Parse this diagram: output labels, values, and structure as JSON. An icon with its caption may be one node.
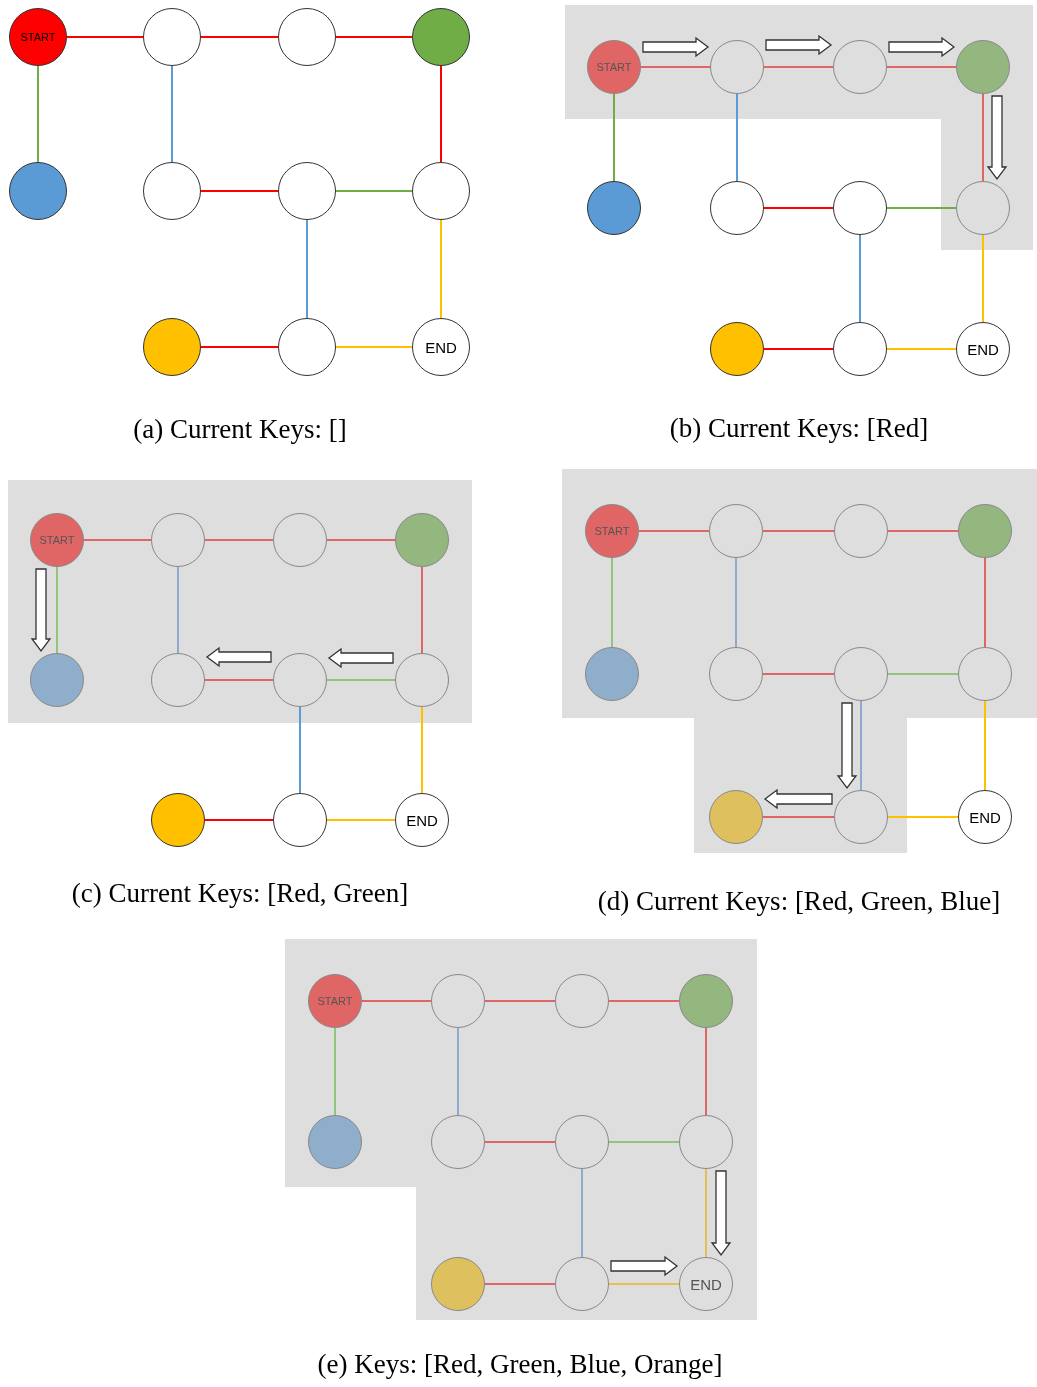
{
  "diagram": {
    "nodes": [
      {
        "text": [
          "START"
        ]
      },
      {
        "text": [],
        "shape": "circle"
      },
      {
        "text": [],
        "shape": "circle"
      },
      {
        "text": [],
        "shape": "circle"
      },
      {
        "text": [],
        "shape": "circle"
      },
      {
        "text": [],
        "shape": "circle"
      },
      {
        "text": [],
        "shape": "circle"
      },
      {
        "text": [],
        "shape": "circle"
      },
      {
        "text": [],
        "shape": "circle"
      },
      {
        "text": [],
        "shape": "circle"
      },
      {
        "text": [
          "END"
        ]
      },
      {
        "text": [
          "START"
        ]
      },
      {
        "text": [],
        "shape": "circle"
      },
      {
        "text": [],
        "shape": "circle"
      },
      {
        "text": [],
        "shape": "circle"
      },
      {
        "text": [],
        "shape": "circle"
      },
      {
        "text": [],
        "shape": "circle"
      },
      {
        "text": [],
        "shape": "circle"
      },
      {
        "text": [],
        "shape": "circle"
      },
      {
        "text": [],
        "shape": "circle"
      },
      {
        "text": [],
        "shape": "circle"
      },
      {
        "text": [
          "END"
        ]
      },
      {
        "text": [
          "START"
        ]
      },
      {
        "text": [],
        "shape": "circle"
      },
      {
        "text": [],
        "shape": "circle"
      },
      {
        "text": [],
        "shape": "circle"
      },
      {
        "text": [],
        "shape": "circle"
      },
      {
        "text": [],
        "shape": "circle"
      },
      {
        "text": [],
        "shape": "circle"
      },
      {
        "text": [],
        "shape": "circle"
      },
      {
        "text": [],
        "shape": "circle"
      },
      {
        "text": [],
        "shape": "circle"
      },
      {
        "text": [
          "END"
        ]
      },
      {
        "text": [
          "START"
        ]
      },
      {
        "text": [],
        "shape": "circle"
      },
      {
        "text": [],
        "shape": "circle"
      },
      {
        "text": [],
        "shape": "circle"
      },
      {
        "text": [],
        "shape": "circle"
      },
      {
        "text": [],
        "shape": "circle"
      },
      {
        "text": [],
        "shape": "circle"
      },
      {
        "text": [],
        "shape": "circle"
      },
      {
        "text": [],
        "shape": "circle"
      },
      {
        "text": [],
        "shape": "circle"
      },
      {
        "text": [
          "END"
        ]
      },
      {
        "text": [
          "START"
        ]
      },
      {
        "text": [],
        "shape": "circle"
      },
      {
        "text": [],
        "shape": "circle"
      },
      {
        "text": [],
        "shape": "circle"
      },
      {
        "text": [],
        "shape": "circle"
      },
      {
        "text": [],
        "shape": "circle"
      },
      {
        "text": [],
        "shape": "circle"
      },
      {
        "text": [],
        "shape": "circle"
      },
      {
        "text": [],
        "shape": "circle"
      },
      {
        "text": [],
        "shape": "circle"
      },
      {
        "text": [
          "END"
        ]
      }
    ],
    "edges": [
      {
        "from": 0,
        "to": 1,
        "arrow": "none",
        "color": "#ff0000"
      },
      {
        "from": 1,
        "to": 2,
        "arrow": "none",
        "color": "#ff0000"
      },
      {
        "from": 2,
        "to": 3,
        "arrow": "none",
        "color": "#ff0000"
      },
      {
        "from": 0,
        "to": 4,
        "arrow": "none",
        "color": "#70ad47"
      },
      {
        "from": 1,
        "to": 5,
        "arrow": "none",
        "color": "#5b9bd5"
      },
      {
        "from": 3,
        "to": 7,
        "arrow": "none",
        "color": "#ff0000"
      },
      {
        "from": 5,
        "to": 6,
        "arrow": "none",
        "color": "#ff0000"
      },
      {
        "from": 6,
        "to": 7,
        "arrow": "none",
        "color": "#70ad47"
      },
      {
        "from": 6,
        "to": 9,
        "arrow": "none",
        "color": "#5b9bd5"
      },
      {
        "from": 7,
        "to": 10,
        "arrow": "none",
        "color": "#ffc000"
      },
      {
        "from": 8,
        "to": 9,
        "arrow": "none",
        "color": "#ff0000"
      },
      {
        "from": 9,
        "to": 10,
        "arrow": "none",
        "color": "#ffc000"
      },
      {
        "from": 11,
        "to": 12,
        "arrow": "none",
        "color": "#e06666"
      },
      {
        "from": 12,
        "to": 13,
        "arrow": "none",
        "color": "#e06666"
      },
      {
        "from": 13,
        "to": 14,
        "arrow": "none",
        "color": "#e06666"
      },
      {
        "from": 11,
        "to": 15,
        "arrow": "none",
        "color": "#70ad47"
      },
      {
        "from": 12,
        "to": 16,
        "arrow": "none",
        "color": "#5b9bd5"
      },
      {
        "from": 14,
        "to": 18,
        "arrow": "none",
        "color": "#e06666"
      },
      {
        "from": 16,
        "to": 17,
        "arrow": "none",
        "color": "#ff0000"
      },
      {
        "from": 17,
        "to": 18,
        "arrow": "none",
        "color": "#70ad47"
      },
      {
        "from": 17,
        "to": 20,
        "arrow": "none",
        "color": "#5b9bd5"
      },
      {
        "from": 18,
        "to": 21,
        "arrow": "none",
        "color": "#ffc000"
      },
      {
        "from": 19,
        "to": 20,
        "arrow": "none",
        "color": "#ff0000"
      },
      {
        "from": 20,
        "to": 21,
        "arrow": "none",
        "color": "#ffc000"
      },
      {
        "from": 22,
        "to": 23,
        "arrow": "none",
        "color": "#e06666"
      },
      {
        "from": 23,
        "to": 24,
        "arrow": "none",
        "color": "#e06666"
      },
      {
        "from": 24,
        "to": 25,
        "arrow": "none",
        "color": "#e06666"
      },
      {
        "from": 22,
        "to": 26,
        "arrow": "none",
        "color": "#93c47d"
      },
      {
        "from": 23,
        "to": 27,
        "arrow": "none",
        "color": "#8eaacc"
      },
      {
        "from": 25,
        "to": 29,
        "arrow": "none",
        "color": "#e06666"
      },
      {
        "from": 27,
        "to": 28,
        "arrow": "none",
        "color": "#e06666"
      },
      {
        "from": 28,
        "to": 29,
        "arrow": "none",
        "color": "#93c47d"
      },
      {
        "from": 28,
        "to": 31,
        "arrow": "none",
        "color": "#5b9bd5"
      },
      {
        "from": 29,
        "to": 32,
        "arrow": "none",
        "color": "#ffc000"
      },
      {
        "from": 30,
        "to": 31,
        "arrow": "none",
        "color": "#ff0000"
      },
      {
        "from": 31,
        "to": 32,
        "arrow": "none",
        "color": "#ffc000"
      },
      {
        "from": 33,
        "to": 34,
        "arrow": "none",
        "color": "#e06666"
      },
      {
        "from": 34,
        "to": 35,
        "arrow": "none",
        "color": "#e06666"
      },
      {
        "from": 35,
        "to": 36,
        "arrow": "none",
        "color": "#e06666"
      },
      {
        "from": 33,
        "to": 37,
        "arrow": "none",
        "color": "#93c47d"
      },
      {
        "from": 34,
        "to": 38,
        "arrow": "none",
        "color": "#8eaacc"
      },
      {
        "from": 36,
        "to": 40,
        "arrow": "none",
        "color": "#e06666"
      },
      {
        "from": 38,
        "to": 39,
        "arrow": "none",
        "color": "#e06666"
      },
      {
        "from": 39,
        "to": 40,
        "arrow": "none",
        "color": "#93c47d"
      },
      {
        "from": 39,
        "to": 42,
        "arrow": "none",
        "color": "#8eaacc"
      },
      {
        "from": 40,
        "to": 43,
        "arrow": "none",
        "color": "#ffc000"
      },
      {
        "from": 41,
        "to": 42,
        "arrow": "none",
        "color": "#e06666"
      },
      {
        "from": 42,
        "to": 43,
        "arrow": "none",
        "color": "#ffc000"
      },
      {
        "from": 44,
        "to": 45,
        "arrow": "none",
        "color": "#e06666"
      },
      {
        "from": 45,
        "to": 46,
        "arrow": "none",
        "color": "#e06666"
      },
      {
        "from": 46,
        "to": 47,
        "arrow": "none",
        "color": "#e06666"
      },
      {
        "from": 44,
        "to": 48,
        "arrow": "none",
        "color": "#93c47d"
      },
      {
        "from": 45,
        "to": 49,
        "arrow": "none",
        "color": "#8eaacc"
      },
      {
        "from": 47,
        "to": 51,
        "arrow": "none",
        "color": "#e06666"
      },
      {
        "from": 49,
        "to": 50,
        "arrow": "none",
        "color": "#e06666"
      },
      {
        "from": 50,
        "to": 51,
        "arrow": "none",
        "color": "#93c47d"
      },
      {
        "from": 50,
        "to": 53,
        "arrow": "none",
        "color": "#8eaacc"
      },
      {
        "from": 51,
        "to": 54,
        "arrow": "none",
        "color": "#e3c04f"
      },
      {
        "from": 52,
        "to": 53,
        "arrow": "none",
        "color": "#e06666"
      },
      {
        "from": 53,
        "to": 54,
        "arrow": "none",
        "color": "#e3c04f"
      },
      {
        "from": 11,
        "to": 12,
        "arrow": "to",
        "style": "thick",
        "color": "#333333"
      },
      {
        "from": 12,
        "to": 13,
        "arrow": "to",
        "style": "thick",
        "color": "#333333"
      },
      {
        "from": 13,
        "to": 14,
        "arrow": "to",
        "style": "thick",
        "color": "#333333"
      },
      {
        "from": 14,
        "to": 18,
        "arrow": "to",
        "style": "thick",
        "color": "#333333"
      },
      {
        "from": 22,
        "to": 26,
        "arrow": "to",
        "style": "thick",
        "color": "#333333"
      },
      {
        "from": 29,
        "to": 28,
        "arrow": "to",
        "style": "thick",
        "color": "#333333"
      },
      {
        "from": 28,
        "to": 27,
        "arrow": "to",
        "style": "thick",
        "color": "#333333"
      },
      {
        "from": 39,
        "to": 42,
        "arrow": "to",
        "style": "thick",
        "color": "#333333"
      },
      {
        "from": 42,
        "to": 41,
        "arrow": "to",
        "style": "thick",
        "color": "#333333"
      },
      {
        "from": 51,
        "to": 54,
        "arrow": "to",
        "style": "thick",
        "color": "#333333"
      },
      {
        "from": 53,
        "to": 54,
        "arrow": "to",
        "style": "thick",
        "color": "#333333"
      }
    ],
    "labels": [
      "(a) Current Keys: []",
      "(b) Current Keys: [Red]",
      "(c) Current Keys: [Red, Green]",
      "(d) Current Keys: [Red, Green, Blue]",
      "(e) Keys: [Red, Green, Blue, Orange]"
    ]
  }
}
